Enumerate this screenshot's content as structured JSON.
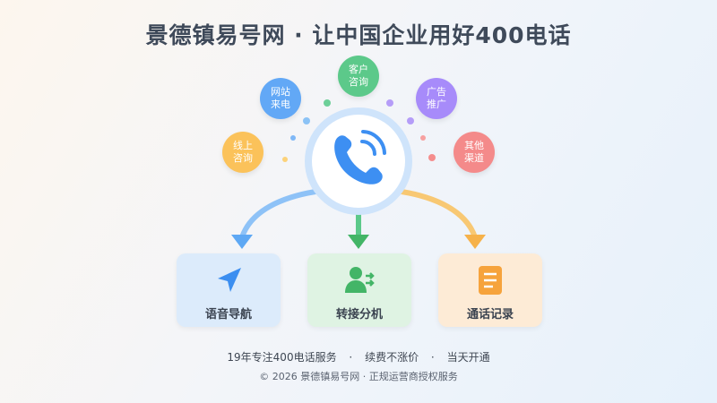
{
  "title": "景德镇易号网 · 让中国企业用好400电话",
  "channels": [
    {
      "label": "线上咨询",
      "line1": "线上",
      "line2": "咨询",
      "color": "#fbc25a"
    },
    {
      "label": "网站来电",
      "line1": "网站",
      "line2": "来电",
      "color": "#62a8f6"
    },
    {
      "label": "客户咨询",
      "line1": "客户",
      "line2": "咨询",
      "color": "#5cc98a"
    },
    {
      "label": "广告推广",
      "line1": "广告",
      "line2": "推广",
      "color": "#a78bfa"
    },
    {
      "label": "其他渠道",
      "line1": "其他",
      "line2": "渠道",
      "color": "#f48a8a"
    }
  ],
  "center_icon": "phone-icon",
  "features": [
    {
      "label": "语音导航",
      "icon": "navigation-arrow-icon",
      "bg": "#dcebfb",
      "accent": "#3b8ef0"
    },
    {
      "label": "转接分机",
      "icon": "user-transfer-icon",
      "bg": "#dff3e3",
      "accent": "#43b567"
    },
    {
      "label": "通话记录",
      "icon": "document-icon",
      "bg": "#fdebd6",
      "accent": "#f6a33c"
    }
  ],
  "footer": {
    "feature_1": "19年专注400电话服务",
    "separator": "·",
    "feature_2": "续费不涨价",
    "feature_3": "当天开通",
    "copyright": "© 2026 景德镇易号网 · 正规运营商授权服务"
  }
}
